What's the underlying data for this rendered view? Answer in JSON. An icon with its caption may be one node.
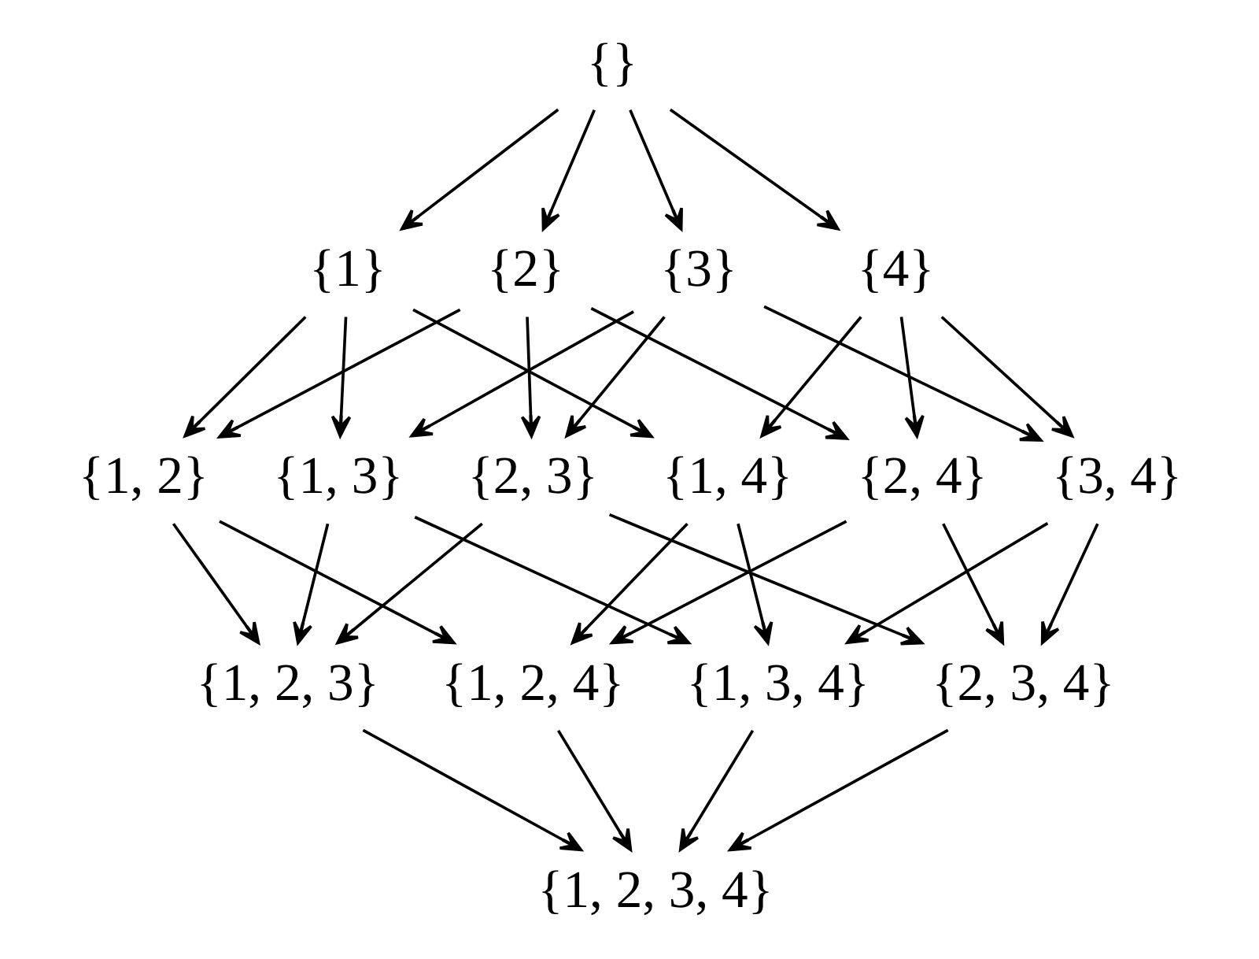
{
  "diagram": {
    "nodes": [
      {
        "text": [
          "{}"
        ]
      },
      {
        "text": [
          "{1}"
        ]
      },
      {
        "text": [
          "{2}"
        ]
      },
      {
        "text": [
          "{3}"
        ]
      },
      {
        "text": [
          "{4}"
        ]
      },
      {
        "text": [
          "{1, 2}"
        ]
      },
      {
        "text": [
          "{1, 3}"
        ]
      },
      {
        "text": [
          "{2, 3}"
        ]
      },
      {
        "text": [
          "{1, 4}"
        ]
      },
      {
        "text": [
          "{2, 4}"
        ]
      },
      {
        "text": [
          "{3, 4}"
        ]
      },
      {
        "text": [
          "{1, 2, 3}"
        ]
      },
      {
        "text": [
          "{1, 2, 4}"
        ]
      },
      {
        "text": [
          "{1, 3, 4}"
        ]
      },
      {
        "text": [
          "{2, 3, 4}"
        ]
      },
      {
        "text": [
          "{1, 2, 3, 4}"
        ]
      }
    ],
    "edges": [
      {
        "from": 0,
        "to": 1,
        "arrow": "to"
      },
      {
        "from": 0,
        "to": 2,
        "arrow": "to"
      },
      {
        "from": 0,
        "to": 3,
        "arrow": "to"
      },
      {
        "from": 0,
        "to": 4,
        "arrow": "to"
      },
      {
        "from": 1,
        "to": 5,
        "arrow": "to"
      },
      {
        "from": 1,
        "to": 6,
        "arrow": "to"
      },
      {
        "from": 1,
        "to": 8,
        "arrow": "to"
      },
      {
        "from": 2,
        "to": 5,
        "arrow": "to"
      },
      {
        "from": 2,
        "to": 7,
        "arrow": "to"
      },
      {
        "from": 2,
        "to": 9,
        "arrow": "to"
      },
      {
        "from": 3,
        "to": 6,
        "arrow": "to"
      },
      {
        "from": 3,
        "to": 7,
        "arrow": "to"
      },
      {
        "from": 3,
        "to": 10,
        "arrow": "to"
      },
      {
        "from": 4,
        "to": 8,
        "arrow": "to"
      },
      {
        "from": 4,
        "to": 9,
        "arrow": "to"
      },
      {
        "from": 4,
        "to": 10,
        "arrow": "to"
      },
      {
        "from": 5,
        "to": 11,
        "arrow": "to"
      },
      {
        "from": 5,
        "to": 12,
        "arrow": "to"
      },
      {
        "from": 6,
        "to": 11,
        "arrow": "to"
      },
      {
        "from": 6,
        "to": 13,
        "arrow": "to"
      },
      {
        "from": 7,
        "to": 11,
        "arrow": "to"
      },
      {
        "from": 7,
        "to": 14,
        "arrow": "to"
      },
      {
        "from": 8,
        "to": 12,
        "arrow": "to"
      },
      {
        "from": 8,
        "to": 13,
        "arrow": "to"
      },
      {
        "from": 9,
        "to": 12,
        "arrow": "to"
      },
      {
        "from": 9,
        "to": 14,
        "arrow": "to"
      },
      {
        "from": 10,
        "to": 13,
        "arrow": "to"
      },
      {
        "from": 10,
        "to": 14,
        "arrow": "to"
      },
      {
        "from": 11,
        "to": 15,
        "arrow": "to"
      },
      {
        "from": 12,
        "to": 15,
        "arrow": "to"
      },
      {
        "from": 13,
        "to": 15,
        "arrow": "to"
      },
      {
        "from": 14,
        "to": 15,
        "arrow": "to"
      }
    ]
  }
}
